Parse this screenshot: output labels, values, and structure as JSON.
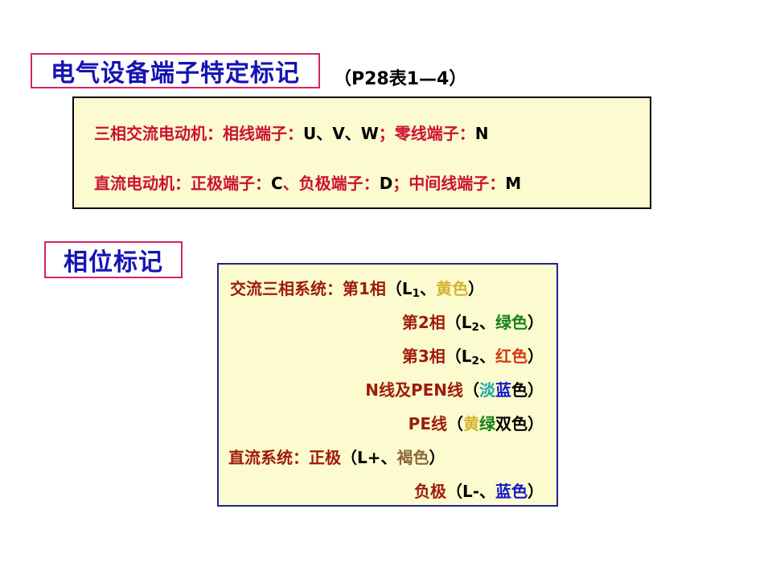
{
  "slide": {
    "background_color": "#ffffff",
    "headings": {
      "terminal": {
        "label": "电气设备端子特定标记",
        "border_color": "#d4246a",
        "text_color": "#1414b4"
      },
      "phase": {
        "label": "相位标记",
        "border_color": "#d4246a",
        "text_color": "#1414b4"
      }
    },
    "reference_note": "（P28表1—4）",
    "terminal_box": {
      "background_color": "#fbfbcf",
      "border_color": "#000000",
      "lines": [
        {
          "segments": [
            {
              "text": "三相交流电动机：相线端子：",
              "color": "#cc1133"
            },
            {
              "text": "U、V、W",
              "color": "#000000"
            },
            {
              "text": "；零线端子：",
              "color": "#cc1133"
            },
            {
              "text": "N",
              "color": "#000000"
            }
          ]
        },
        {
          "segments": [
            {
              "text": "直流电动机：正极端子：",
              "color": "#cc1133"
            },
            {
              "text": "C",
              "color": "#000000"
            },
            {
              "text": "、负极端子：",
              "color": "#cc1133"
            },
            {
              "text": "D",
              "color": "#000000"
            },
            {
              "text": "；中间线端子：",
              "color": "#cc1133"
            },
            {
              "text": "M",
              "color": "#000000"
            }
          ]
        }
      ]
    },
    "phase_box": {
      "background_color": "#fbfbcf",
      "border_color": "#22228c",
      "lines": [
        {
          "id": "ac-phase-1",
          "align": "left",
          "segments": [
            {
              "text": "交流三相系统：",
              "color": "#9e1b0b"
            },
            {
              "text": "第1相",
              "color": "#9e1b0b"
            },
            {
              "text": "（L",
              "color": "#000000"
            },
            {
              "text": "1",
              "color": "#000000",
              "sub": true
            },
            {
              "text": "、",
              "color": "#000000"
            },
            {
              "text": "黄色",
              "color": "#d4b330"
            },
            {
              "text": "）",
              "color": "#000000"
            }
          ]
        },
        {
          "id": "ac-phase-2",
          "align": "right",
          "segments": [
            {
              "text": "第2相",
              "color": "#9e1b0b"
            },
            {
              "text": "（L",
              "color": "#000000"
            },
            {
              "text": "2",
              "color": "#000000",
              "sub": true
            },
            {
              "text": "、",
              "color": "#000000"
            },
            {
              "text": "绿色",
              "color": "#168016"
            },
            {
              "text": "）",
              "color": "#000000"
            }
          ]
        },
        {
          "id": "ac-phase-3",
          "align": "right",
          "segments": [
            {
              "text": "第3相",
              "color": "#9e1b0b"
            },
            {
              "text": "（L",
              "color": "#000000"
            },
            {
              "text": "2",
              "color": "#000000",
              "sub": true
            },
            {
              "text": "、",
              "color": "#000000"
            },
            {
              "text": "红色",
              "color": "#d03a12"
            },
            {
              "text": "）",
              "color": "#000000"
            }
          ]
        },
        {
          "id": "n-pen-line",
          "align": "right",
          "segments": [
            {
              "text": "N线及PEN线",
              "color": "#9e1b0b"
            },
            {
              "text": "（",
              "color": "#000000"
            },
            {
              "text": "淡",
              "color": "#16a8a8"
            },
            {
              "text": "蓝",
              "color": "#1515cc"
            },
            {
              "text": "色）",
              "color": "#000000"
            }
          ]
        },
        {
          "id": "pe-line",
          "align": "right",
          "segments": [
            {
              "text": "PE线",
              "color": "#9e1b0b"
            },
            {
              "text": "（",
              "color": "#000000"
            },
            {
              "text": "黄",
              "color": "#d4b330"
            },
            {
              "text": "绿",
              "color": "#168016"
            },
            {
              "text": "双色）",
              "color": "#000000"
            }
          ]
        },
        {
          "id": "dc-positive",
          "align": "left",
          "segments": [
            {
              "text": "直流系统：",
              "color": "#9e1b0b"
            },
            {
              "text": "正极",
              "color": "#9e1b0b"
            },
            {
              "text": "（L+、",
              "color": "#000000"
            },
            {
              "text": "褐色",
              "color": "#8a6a38"
            },
            {
              "text": "）",
              "color": "#000000"
            }
          ]
        },
        {
          "id": "dc-negative",
          "align": "right",
          "segments": [
            {
              "text": "负极",
              "color": "#9e1b0b"
            },
            {
              "text": "（L-、",
              "color": "#000000"
            },
            {
              "text": "蓝色",
              "color": "#1515cc"
            },
            {
              "text": "）",
              "color": "#000000"
            }
          ]
        }
      ]
    }
  }
}
